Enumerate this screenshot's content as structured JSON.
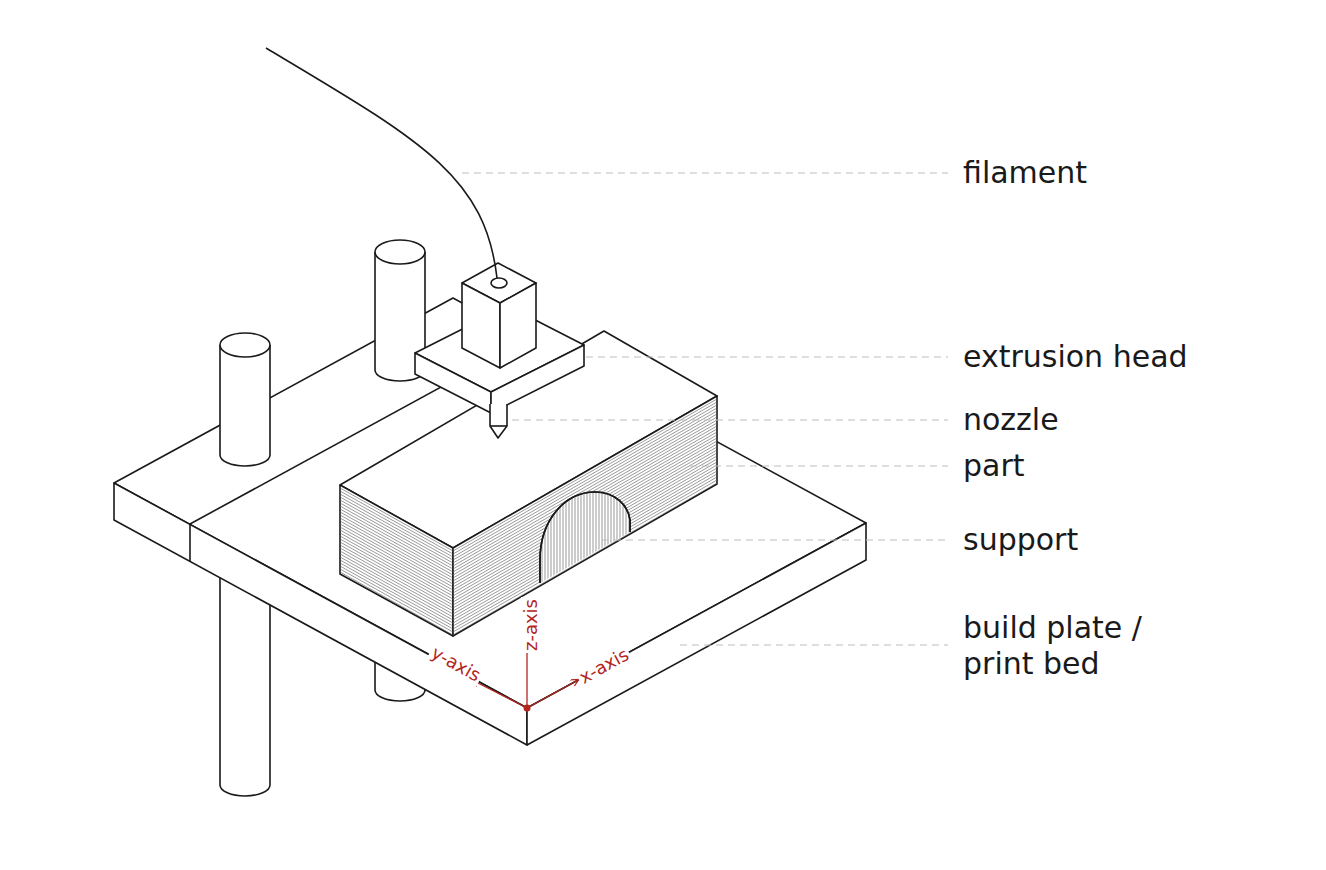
{
  "diagram": {
    "labels": [
      "filament",
      "extrusion head",
      "nozzle",
      "part",
      "support",
      "build plate / print bed",
      "y-axis",
      "z-axis",
      "x-axis"
    ]
  }
}
